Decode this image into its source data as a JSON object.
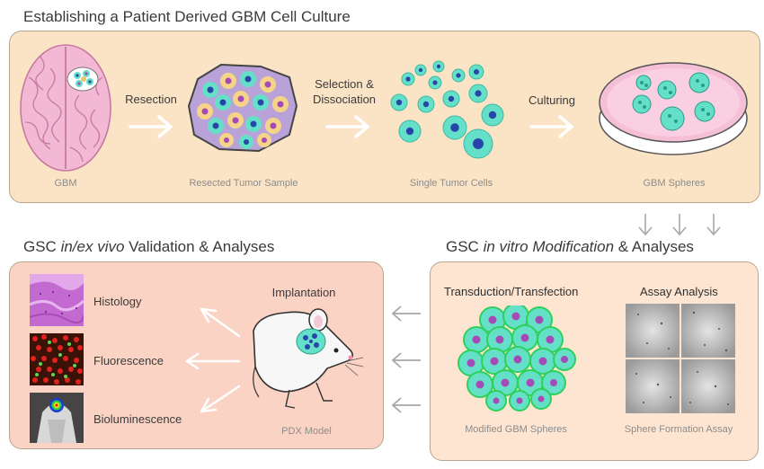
{
  "top_section": {
    "title": "Establishing a Patient Derived GBM Cell Culture",
    "steps": {
      "resection": "Resection",
      "selection_line1": "Selection &",
      "selection_line2": "Dissociation",
      "culturing": "Culturing"
    },
    "labels": {
      "gbm": "GBM",
      "resected": "Resected Tumor Sample",
      "single_cells": "Single Tumor Cells",
      "spheres": "GBM Spheres"
    }
  },
  "left_section": {
    "title_pre": "GSC ",
    "title_em": "in/ex vivo",
    "title_post": " Validation & Analyses",
    "implantation": "Implantation",
    "histology": "Histology",
    "fluorescence": "Fluorescence",
    "bioluminescence": "Bioluminescence",
    "pdx_model": "PDX Model"
  },
  "right_section": {
    "title_pre": "GSC ",
    "title_em": "in vitro Modification",
    "title_post": " & Analyses",
    "transduction": "Transduction/Transfection",
    "assay_analysis": "Assay Analysis",
    "modified_spheres": "Modified GBM Spheres",
    "sphere_assay": "Sphere Formation Assay"
  },
  "colors": {
    "top_panel": "#fbe3c6",
    "left_panel": "#fbd3c4",
    "right_panel": "#fde5d2",
    "panel_border": "#b9a58e",
    "cell": "#64e0c9",
    "nucleus_blue": "#2747a8",
    "nucleus_purple": "#a64ab8",
    "brain": "#f3b8d3",
    "dish": "#f5bfd5",
    "arrow": "#c8c8c8"
  }
}
